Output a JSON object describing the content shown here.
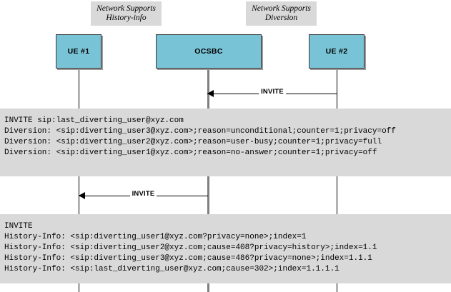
{
  "annotations": [
    {
      "id": "history-info",
      "text": "Network Supports\nHistory-info"
    },
    {
      "id": "diversion",
      "text": "Network Supports\nDiversion"
    }
  ],
  "entities": [
    {
      "id": "ue1",
      "label": "UE #1"
    },
    {
      "id": "ocsbc",
      "label": "OCSBC"
    },
    {
      "id": "ue2",
      "label": "UE #2"
    }
  ],
  "arrows": [
    {
      "id": "invite-ue2-ocsbc",
      "label": "INVITE",
      "from": "UE #2",
      "to": "OCSBC",
      "direction": "left"
    },
    {
      "id": "invite-ocsbc-ue1",
      "label": "INVITE",
      "from": "OCSBC",
      "to": "UE #1",
      "direction": "left"
    }
  ],
  "message_blocks": [
    {
      "id": "diversion",
      "lines": [
        "INVITE sip:last_diverting_user@xyz.com",
        "Diversion: <sip:diverting_user3@xyz.com>;reason=unconditional;counter=1;privacy=off",
        "Diversion: <sip:diverting_user2@xyz.com>;reason=user-busy;counter=1;privacy=full",
        "Diversion: <sip:diverting_user1@xyz.com>;reason=no-answer;counter=1;privacy=off"
      ]
    },
    {
      "id": "history",
      "lines": [
        "INVITE",
        "History-Info: <sip:diverting_user1@xyz.com?privacy=none>;index=1",
        "History-Info: <sip:diverting_user2@xyz.com;cause=408?privacy=history>;index=1.1",
        "History-Info: <sip:diverting_user3@xyz.com;cause=486?privacy=none>;index=1.1.1",
        "History-Info: <sip:last_diverting_user@xyz.com;cause=302>;index=1.1.1.1"
      ]
    }
  ],
  "colors": {
    "entity_fill": "#79c3d6",
    "block_background": "#d9d9d9",
    "annotation_background": "#d9d9d9",
    "line": "#000000",
    "lifeline_ocsbc": "#7f7f7f"
  }
}
